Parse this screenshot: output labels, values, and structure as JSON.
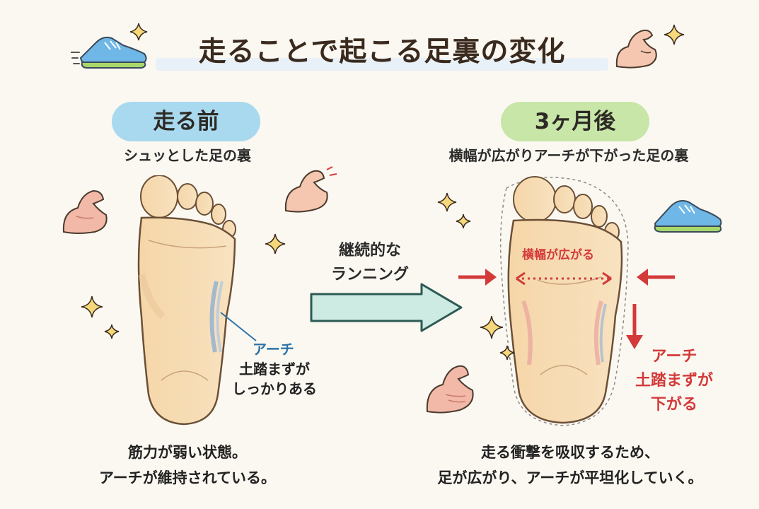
{
  "title": "走ることで起こる足裏の変化",
  "before": {
    "pill": "走る前",
    "subtitle": "シュッとした足の裏",
    "arch_label": "アーチ",
    "arch_desc": [
      "土踏まずが",
      "しっかりある"
    ],
    "footer": [
      "筋力が弱い状態。",
      "アーチが維持されている。"
    ]
  },
  "middle": {
    "text": [
      "継続的な",
      "ランニング"
    ]
  },
  "after": {
    "pill": "3ヶ月後",
    "subtitle": "横幅が広がりアーチが下がった足の裏",
    "width_label": "横幅が広がる",
    "arch_desc": [
      "アーチ",
      "土踏まずが",
      "下がる"
    ],
    "footer": [
      "走る衝撃を吸収するため、",
      "足が広がり、アーチが平坦化していく。"
    ]
  },
  "colors": {
    "title_band": "#e8f1f7",
    "pill_before": "#a9d9ee",
    "pill_after": "#c8e6a8",
    "arrow_fill": "#cdebe2",
    "arrow_stroke": "#2d5a55",
    "accent_red": "#d33a3a",
    "accent_blue": "#2e73a8",
    "skin": "#f7dcb4"
  },
  "icons": [
    "running-shoe-icon",
    "flexed-arm-icon",
    "sparkle-icon"
  ]
}
